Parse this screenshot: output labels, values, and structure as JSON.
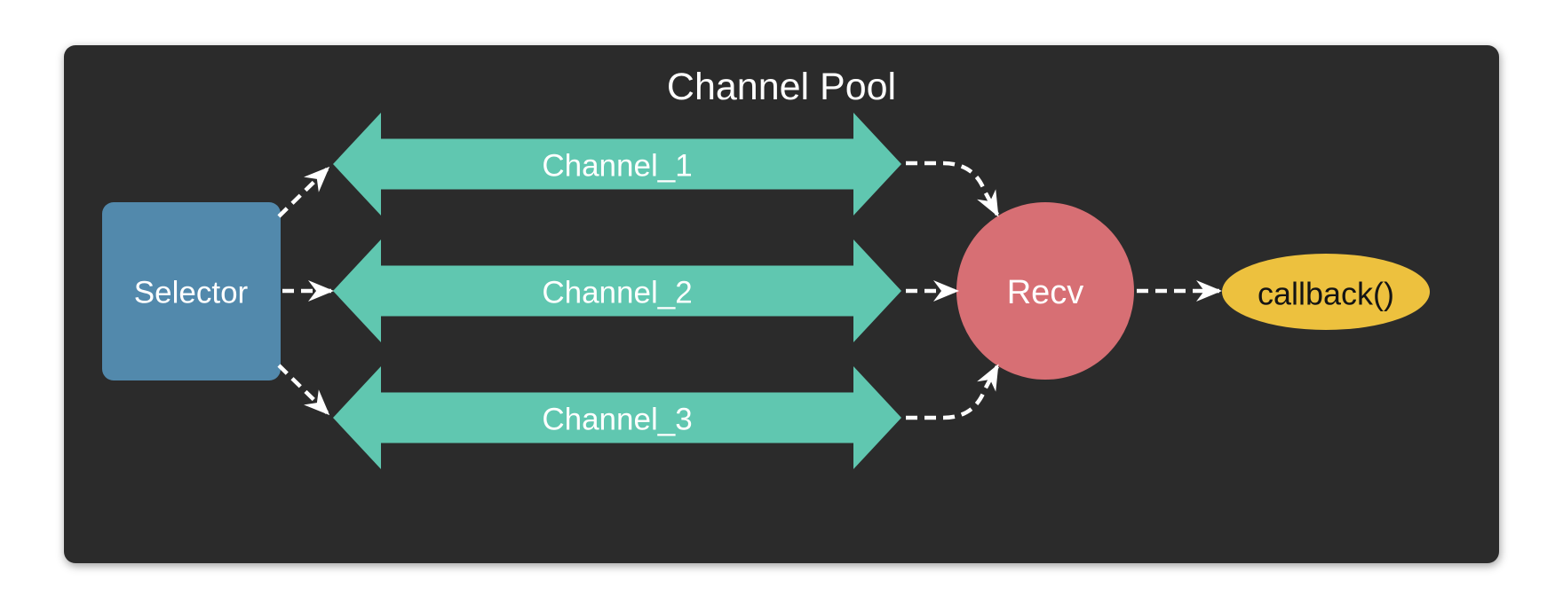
{
  "diagram": {
    "title": "Channel Pool",
    "selector": {
      "label": "Selector"
    },
    "channels": [
      {
        "label": "Channel_1"
      },
      {
        "label": "Channel_2"
      },
      {
        "label": "Channel_3"
      }
    ],
    "recv": {
      "label": "Recv"
    },
    "callback": {
      "label": "callback()"
    },
    "connections": [
      {
        "from": "Selector",
        "to": "Channel_1",
        "style": "dashed-arrow"
      },
      {
        "from": "Selector",
        "to": "Channel_2",
        "style": "dashed-arrow"
      },
      {
        "from": "Selector",
        "to": "Channel_3",
        "style": "dashed-arrow"
      },
      {
        "from": "Channel_1",
        "to": "Recv",
        "style": "dashed-arrow"
      },
      {
        "from": "Channel_2",
        "to": "Recv",
        "style": "dashed-arrow"
      },
      {
        "from": "Channel_3",
        "to": "Recv",
        "style": "dashed-arrow"
      },
      {
        "from": "Recv",
        "to": "callback()",
        "style": "dashed-arrow"
      }
    ],
    "colors": {
      "page-bg": "#ffffff",
      "panel-bg": "#2b2b2b",
      "channel-teal": "#60c7b0",
      "selector-blue": "#5289ac",
      "recv-red": "#d76f74",
      "callback-yellow": "#edc13e",
      "connector-white": "#ffffff",
      "title-text": "#ffffff",
      "callback-text": "#141414"
    }
  }
}
